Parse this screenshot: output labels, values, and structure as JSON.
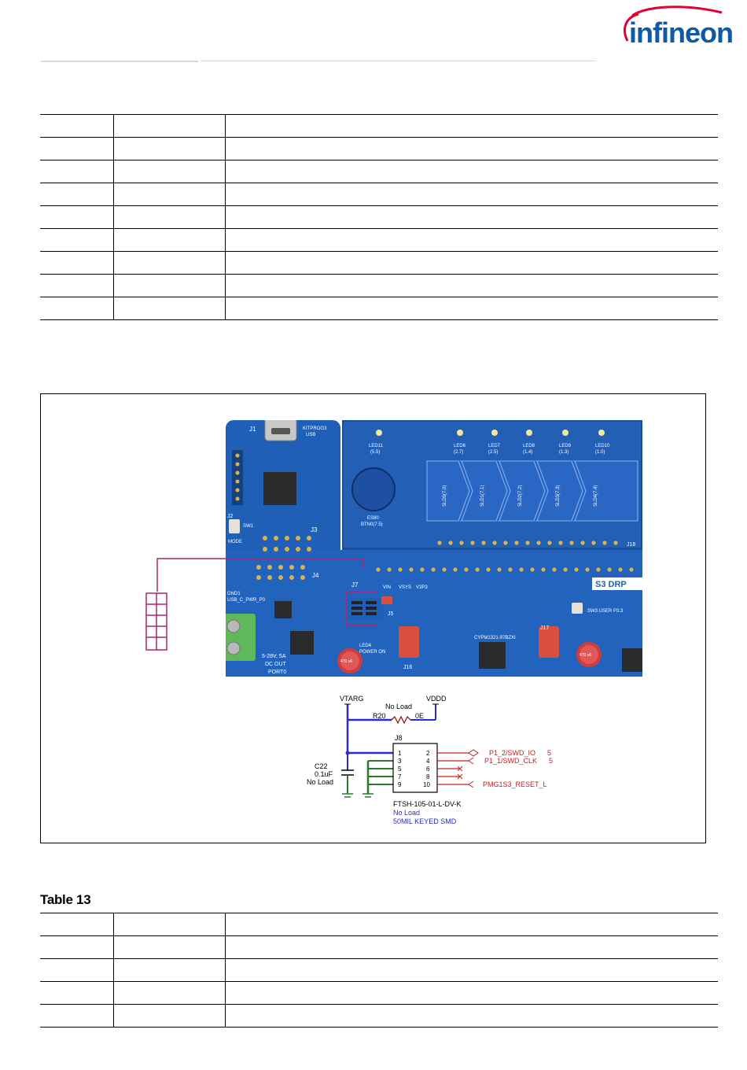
{
  "brand": {
    "logo_text": "infineon",
    "logo_color": "#0e5aa7",
    "swoosh_color": "#e30034"
  },
  "top_table": {
    "rows": 9,
    "columns": 3
  },
  "figure": {
    "board": {
      "colors": {
        "pcb": "#1f5fb5",
        "pcb_dark": "#1a4f9d",
        "terminal": "#5fb85a",
        "jumper": "#d94f3d"
      },
      "labels": {
        "j1": "J1",
        "kitprog": "KITPROG3",
        "usb": "USB",
        "mode": "MODE",
        "sw1": "SW1",
        "j2": "J2",
        "j3": "J3",
        "j4": "J4",
        "j5": "J5",
        "j7": "J7",
        "j16": "J16",
        "j17": "J17",
        "j18": "J18",
        "led11": "LED11",
        "led11_pin": "(5.5)",
        "leds": [
          {
            "name": "LED6",
            "pin": "(2.7)"
          },
          {
            "name": "LED7",
            "pin": "(2.5)"
          },
          {
            "name": "LED8",
            "pin": "(1.4)"
          },
          {
            "name": "LED9",
            "pin": "(1.3)"
          },
          {
            "name": "LED10",
            "pin": "(1.0)"
          }
        ],
        "btn": "BTN0(7.5)",
        "es80": "ES80",
        "sliders": [
          "SLD0(7.0)",
          "SLD1(7.1)",
          "SLD2(7.2)",
          "SLD3(7.3)",
          "SLD4(7.4)"
        ],
        "s3drp": "S3 DRP",
        "sw3": "SW3 USER P3.3",
        "gnd": "GND1",
        "usb_c_pwr": "USB_C_PWR_P0",
        "dc_out": "5-28V, 5A",
        "dc_out2": "DC OUT",
        "port0": "PORT0",
        "power_on": "POWER ON",
        "led4": "LED4",
        "vin": "VIN",
        "vsys": "VSYS",
        "v3p3": "V3P3",
        "cypm": "CYPM1321-97BZXI",
        "cap_a": "470 uF",
        "cap_b": "470 uF"
      }
    },
    "schematic": {
      "vtarg": "VTARG",
      "vddd": "VDDD",
      "r20": "R20",
      "r20_value": "0E",
      "no_load_r": "No Load",
      "c22": "C22",
      "c22_value": "0.1uF",
      "c22_load": "No Load",
      "j8": "J8",
      "pins_left": [
        "1",
        "3",
        "5",
        "7",
        "9"
      ],
      "pins_right": [
        "2",
        "4",
        "6",
        "8",
        "10"
      ],
      "signals": [
        {
          "name": "P1_2/SWD_IO",
          "ref": "5"
        },
        {
          "name": "P1_1/SWD_CLK",
          "ref": "5"
        },
        {
          "name": "PMG1S3_RESET_L",
          "ref": ""
        }
      ],
      "part": "FTSH-105-01-L-DV-K",
      "part_load": "No Load",
      "part_desc": "50MIL KEYED SMD"
    }
  },
  "caption": "Table 13",
  "bottom_table": {
    "rows": 5,
    "columns": 3
  }
}
